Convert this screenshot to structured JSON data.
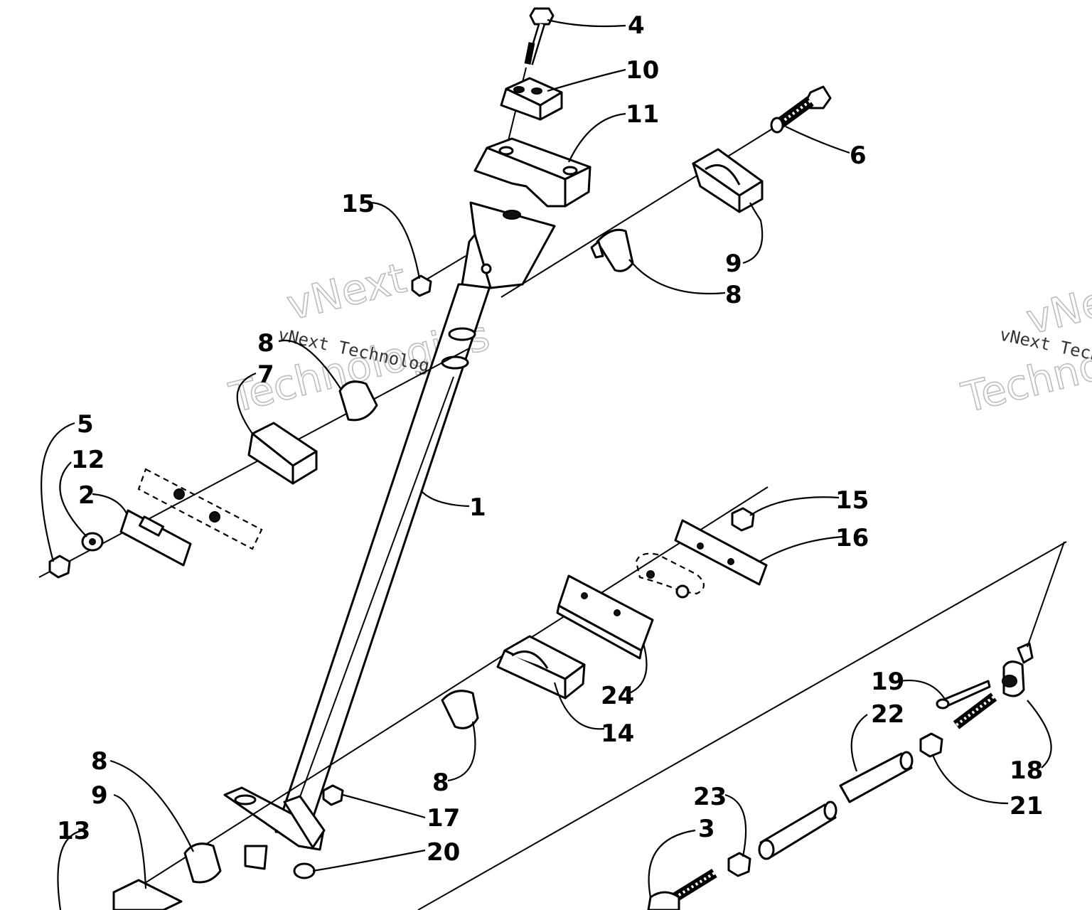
{
  "callouts": {
    "c1": "1",
    "c2": "2",
    "c3": "3",
    "c4": "4",
    "c5": "5",
    "c6": "6",
    "c7": "7",
    "c8a": "8",
    "c8b": "8",
    "c8c": "8",
    "c8d": "8",
    "c9a": "9",
    "c9b": "9",
    "c10": "10",
    "c11": "11",
    "c12": "12",
    "c13": "13",
    "c14": "14",
    "c15a": "15",
    "c15b": "15",
    "c16": "16",
    "c17": "17",
    "c18": "18",
    "c19": "19",
    "c20": "20",
    "c21": "21",
    "c22": "22",
    "c23": "23",
    "c24": "24"
  },
  "watermark": {
    "small": "vNext Technologies",
    "big1": "vNext",
    "big2": "Technologies"
  }
}
